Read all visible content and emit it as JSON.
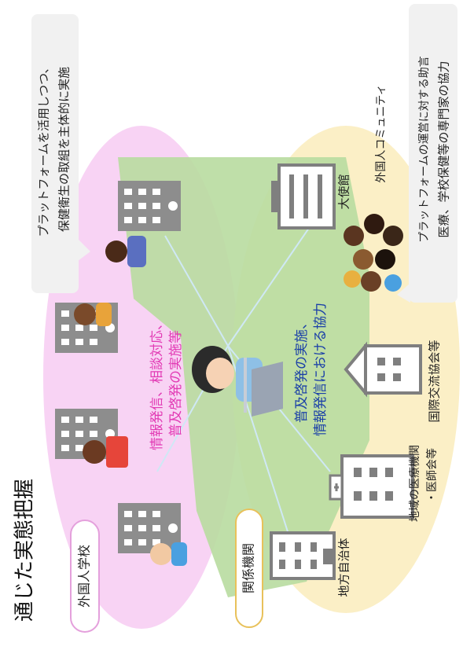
{
  "title_partial": "通じた実態把握",
  "groups": {
    "foreign_school": "外国人学校",
    "related_institutions": "関係機関"
  },
  "callouts": {
    "top_left": {
      "line1": "プラットフォームを活用しつつ、",
      "line2": "保健衛生の取組を主体的に実施"
    },
    "top_right": {
      "line1": "プラットフォームの運営に対する助言",
      "line2": "医療、学校保健等の専門家の協力"
    }
  },
  "labels": {
    "school_activities": {
      "line1": "情報発信、相談対応、",
      "line2": "普及啓発の実施等"
    },
    "cooperation": {
      "line1": "普及啓発の実施、",
      "line2": "情報発信における協力"
    },
    "embassy": "大使館",
    "foreign_community": "外国人コミュニティ",
    "international_association": "国際交流協会等",
    "medical_institutions": {
      "line1": "地域の医療機関",
      "line2": "・医師会等"
    },
    "local_government": "地方自治体"
  },
  "icons": [
    "school-building-icon",
    "government-building-icon",
    "hospital-building-icon",
    "embassy-building-icon",
    "person-laptop-icon",
    "child-icon",
    "crowd-icon"
  ],
  "colors": {
    "pink_ellipse": "#f8d3f4",
    "yellow_ellipse": "#fbefc6",
    "green_area": "#b8dba0",
    "pink_text": "#e23ab4",
    "blue_text": "#1a3fa8",
    "callout_bg": "#f1f1f1"
  }
}
